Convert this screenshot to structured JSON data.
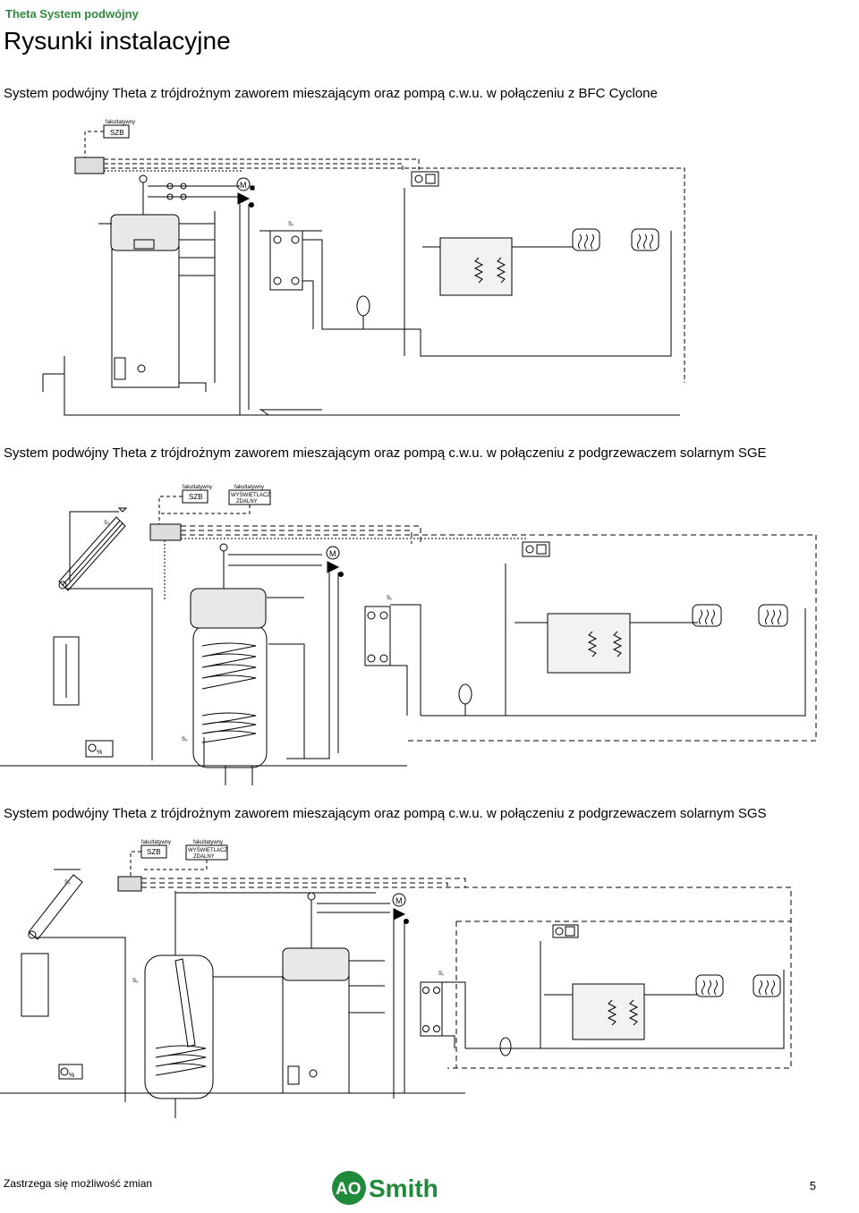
{
  "header": {
    "section": "Theta System podwójny",
    "title": "Rysunki instalacyjne"
  },
  "diagrams": [
    {
      "caption": "System podwójny Theta z trójdrożnym zaworem mieszającym oraz pompą c.w.u. w połączeniu z BFC Cyclone",
      "optional_label": "fakultatywny",
      "szb": "SZB",
      "motor": "M",
      "s1": "S₁"
    },
    {
      "caption": "System podwójny Theta z trójdrożnym zaworem mieszającym oraz pompą c.w.u. w połączeniu z podgrzewaczem solarnym SGE",
      "optional_label": "fakultatywny",
      "szb": "SZB",
      "display_line1": "WYŚWIETLACZ",
      "display_line2": "ZDALNY",
      "motor": "M",
      "s1": "S₁",
      "s2": "S₂",
      "s3": "S₃"
    },
    {
      "caption": "System podwójny Theta z trójdrożnym zaworem mieszającym oraz pompą c.w.u. w połączeniu z podgrzewaczem solarnym SGS",
      "optional_label": "fakultatywny",
      "szb": "SZB",
      "display_line1": "WYŚWIETLACZ",
      "display_line2": "ZDALNY",
      "motor": "M",
      "s1": "S₁",
      "s2": "S₂",
      "s3": "S₃"
    }
  ],
  "footer": {
    "note": "Zastrzega się możliwość zmian",
    "page": "5",
    "logo_left": "AO",
    "logo_right": "Smith"
  },
  "colors": {
    "header_green": "#2e8b3c",
    "logo_green": "#1f8a3a"
  }
}
